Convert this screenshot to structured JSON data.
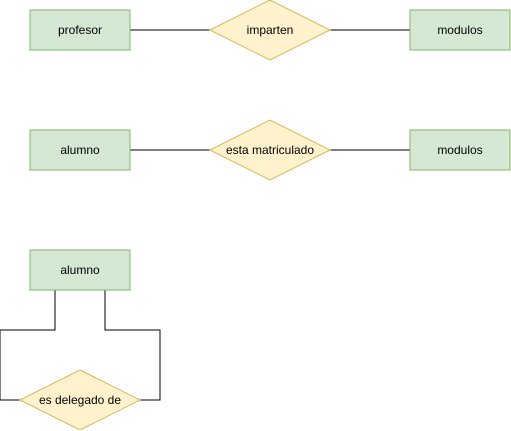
{
  "diagram": {
    "row1": {
      "entity_left": "profesor",
      "relationship": "imparten",
      "entity_right": "modulos"
    },
    "row2": {
      "entity_left": "alumno",
      "relationship": "esta matriculado",
      "entity_right": "modulos"
    },
    "row3": {
      "entity": "alumno",
      "relationship": "es delegado de"
    }
  },
  "colors": {
    "entity_fill": "#d5e8d4",
    "entity_stroke": "#82b366",
    "relationship_fill": "#fff2cc",
    "relationship_stroke": "#d6b656",
    "connector": "#000000"
  }
}
